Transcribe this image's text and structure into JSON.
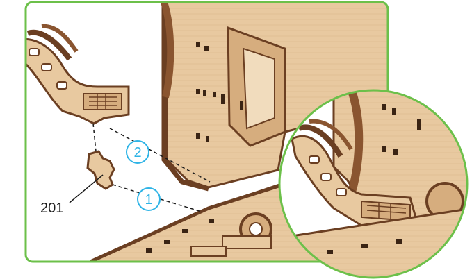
{
  "frame": {
    "accent_color": "#6cc04a"
  },
  "steps": [
    {
      "number": "1",
      "color": "#2fb4e6"
    },
    {
      "number": "2",
      "color": "#2fb4e6"
    }
  ],
  "part": {
    "label": "201"
  },
  "material": {
    "wood_light": "#e8c9a0",
    "wood_edge": "#6b3f22",
    "wood_mid": "#d6ad7e"
  }
}
